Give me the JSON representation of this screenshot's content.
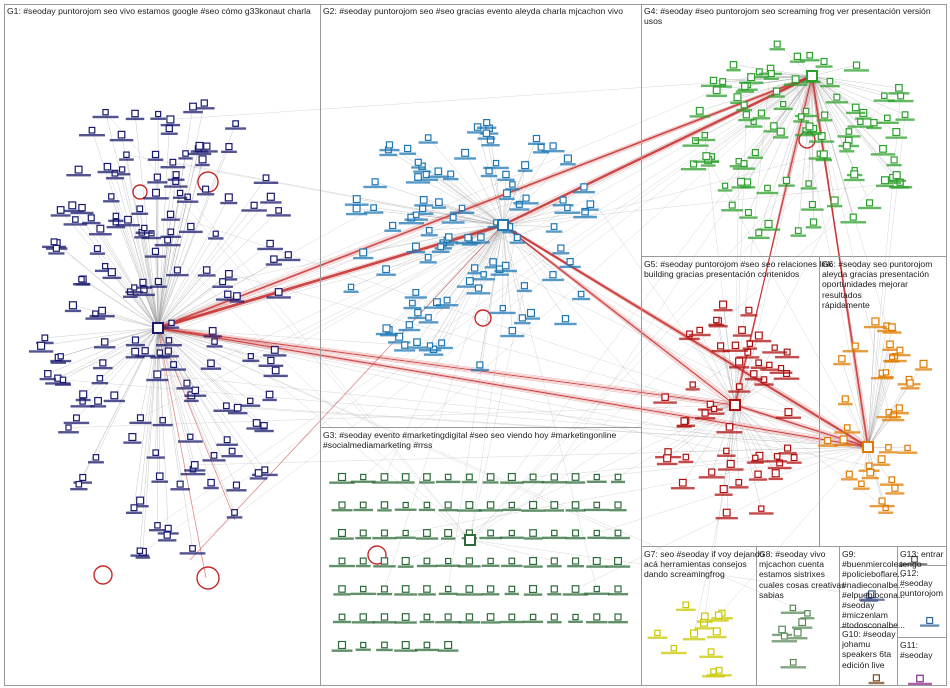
{
  "groups": [
    {
      "id": "G1",
      "label": "G1: #seoday puntorojom seo vivo estamos google #seo cómo g33konaut charla",
      "color": "#1a1a6e"
    },
    {
      "id": "G2",
      "label": "G2: #seoday puntorojom seo #seo gracias evento aleyda charla mjcachon vivo",
      "color": "#1f77b4"
    },
    {
      "id": "G3",
      "label": "G3: #seoday evento #marketingdigital #seo seo viendo hoy #marketingonline\n#socialmediamarketing #rrss",
      "color": "#2e6b3a"
    },
    {
      "id": "G4",
      "label": "G4: #seoday #seo puntorojom seo screaming frog ver presentación versión usos",
      "color": "#2ca02c"
    },
    {
      "id": "G5",
      "label": "G5: #seoday puntorojom #seo seo relaciones link\nbuilding gracias presentación contenidos",
      "color": "#b01010"
    },
    {
      "id": "G6",
      "label": "G6: #seoday seo puntorojom\naleyda gracias presentación\noportunidades mejorar resultados\nrápidamente",
      "color": "#e07b00"
    },
    {
      "id": "G7",
      "label": "G7: seo #seoday if voy dejando\nacá herramientas consejos\ndando screamingfrog",
      "color": "#c8c800"
    },
    {
      "id": "G8",
      "label": "G8: #seoday vivo\nmjcachon cuenta\nestamos sistrixes\ncuales cosas creativas\nsabias",
      "color": "#5a8a5a"
    },
    {
      "id": "G9",
      "label": "G9:\n#buenmiercoles\n#policieboflare...\n#nadieconalbe...\n#elpueblocona...\n#seoday\n#miczenlam\n#todosconalbe...",
      "color": "#445588"
    },
    {
      "id": "G10",
      "label": "G10: #seoday\njohamu\nspeakers 6ta\nedición live",
      "color": "#7a4a20"
    },
    {
      "id": "G11",
      "label": "G11:\n#seoday",
      "color": "#8a2a8a"
    },
    {
      "id": "G12",
      "label": "G12:\n#seoday\npuntorojom",
      "color": "#336699"
    },
    {
      "id": "G13",
      "label": "G13: entrar\ntengo",
      "color": "#555555"
    }
  ],
  "colors": {
    "edge": "#9e9e9e",
    "hub_edge": "#c62828",
    "pane_border": "#9a9a9a",
    "node_label_bg": "#ffffff",
    "background": "#ffffff"
  }
}
